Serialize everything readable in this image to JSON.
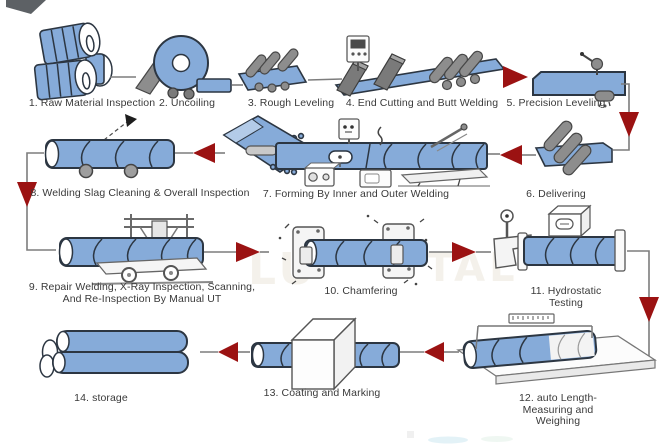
{
  "diagram": {
    "name": "spiral-pipe-production-process-flow",
    "steps": [
      {
        "id": 1,
        "label": "1. Raw Material Inspection"
      },
      {
        "id": 2,
        "label": "2. Uncoiling"
      },
      {
        "id": 3,
        "label": "3. Rough Leveling"
      },
      {
        "id": 4,
        "label": "4. End Cutting and Butt Welding"
      },
      {
        "id": 5,
        "label": "5. Precision Leveling"
      },
      {
        "id": 6,
        "label": "6. Delivering"
      },
      {
        "id": 7,
        "label": "7. Forming By Inner and Outer Welding"
      },
      {
        "id": 8,
        "label": "8. Welding Slag Cleaning & Overall Inspection"
      },
      {
        "id": 9,
        "label": "9. Repair Welding, X-Ray Inspection, Scanning,\nAnd Re-Inspection By Manual UT"
      },
      {
        "id": 10,
        "label": "10. Chamfering"
      },
      {
        "id": 11,
        "label": "11. Hydrostatic Testing"
      },
      {
        "id": 12,
        "label": "12. auto Length-Measuring and Weighing"
      },
      {
        "id": 13,
        "label": "13. Coating and Marking"
      },
      {
        "id": 14,
        "label": "14. storage"
      }
    ],
    "watermark": {
      "left": "LU",
      "right": "TAL"
    },
    "colors": {
      "pipe_blue": "#86abd9",
      "steel_gray": "#8d8d8d",
      "arrow_red": "#9b1212",
      "outline_dark": "#2c3642",
      "label_text": "#3a3a3a"
    }
  }
}
